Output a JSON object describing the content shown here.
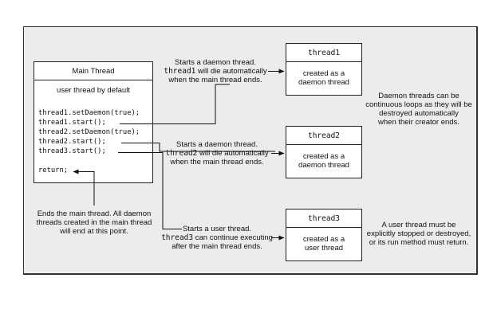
{
  "main_thread": {
    "title": "Main Thread",
    "subtitle": "user thread by default",
    "code": [
      "thread1.setDaemon(true);",
      "thread1.start();",
      "thread2.setDaemon(true);",
      "thread2.start();",
      "thread3.start();",
      "return;"
    ]
  },
  "threads": [
    {
      "name": "thread1",
      "desc_line1": "created as a",
      "desc_line2": "daemon thread"
    },
    {
      "name": "thread2",
      "desc_line1": "created as a",
      "desc_line2": "daemon thread"
    },
    {
      "name": "thread3",
      "desc_line1": "created as a",
      "desc_line2": "user thread"
    }
  ],
  "annotations": {
    "a1": {
      "l1": "Starts a daemon thread.",
      "l2_code": "thread1",
      "l2_rest": " will die automatically",
      "l3": "when the main thread ends."
    },
    "a2": {
      "l1": "Starts a daemon thread.",
      "l2_code": "thread2",
      "l2_rest": " will die automatically",
      "l3": "when the main thread ends."
    },
    "a3": {
      "l1": "Starts a user thread.",
      "l2_code": "thread3",
      "l2_rest": " can continue executing",
      "l3": "after the main thread ends."
    },
    "ends": {
      "l1": "Ends the main thread. All daemon",
      "l2": "threads created in the main thread",
      "l3": "will end at this point."
    },
    "daemon_note": {
      "l1": "Daemon threads can be",
      "l2": "continuous loops as they will be",
      "l3": "destroyed automatically",
      "l4": "when their creator ends."
    },
    "user_note": {
      "l1": "A user thread must be",
      "l2": "explicitly stopped or destroyed,",
      "l3": "or its run method must return."
    }
  }
}
